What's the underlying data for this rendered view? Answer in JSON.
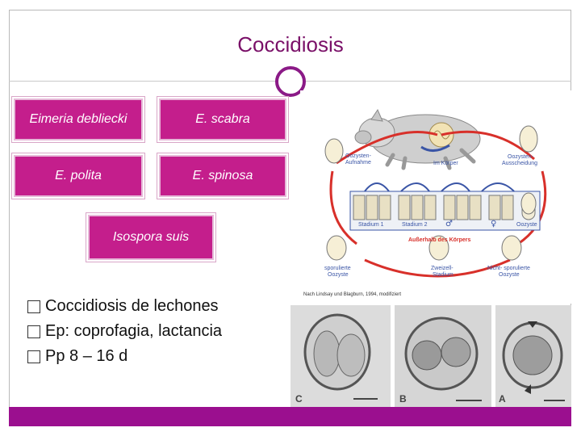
{
  "slide": {
    "title": "Coccidiosis",
    "boxes": [
      {
        "label": "Eimeria debliecki"
      },
      {
        "label": "E. scabra"
      },
      {
        "label": "E. polita"
      },
      {
        "label": "E. spinosa"
      },
      {
        "label": "Isospora suis"
      }
    ],
    "bullets": [
      "Coccidiosis de lechones",
      "Ep: coprofagia, lactancia",
      "Pp 8 – 16 d"
    ]
  },
  "diagram": {
    "labels": {
      "uptake": "Oozysten-\nAufnahme",
      "in_body": "Im Körper",
      "excretion": "Oozysten-\nAusscheidung",
      "stage1": "Stadium 1",
      "stage2": "Stadium 2",
      "male": "♂",
      "female": "♀",
      "oocyst": "Oozyste",
      "outside": "Außerhalb des Körpers",
      "sporulated": "sporulierte\nOozyste",
      "twocell": "Zweizell-\nStadium",
      "nonsporulated": "Nicht- sporulierte\nOozyste",
      "source": "Nach Lindsay und Blagburn, 1994, modifiziert"
    }
  },
  "micrographs": {
    "labels": [
      "C",
      "B",
      "A"
    ]
  },
  "colors": {
    "accent": "#c41e8c",
    "title": "#7a1068",
    "bar": "#9b0f8f",
    "cycle_red": "#d8302a",
    "cycle_blue": "#3a55a6"
  }
}
